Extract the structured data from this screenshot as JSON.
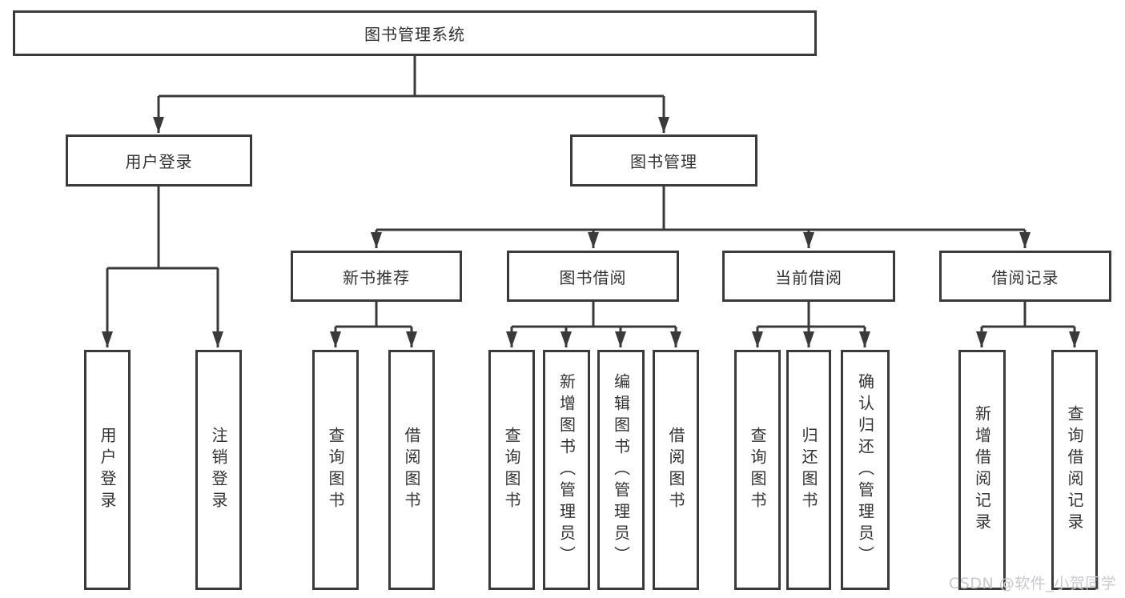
{
  "tree": {
    "label": "图书管理系统",
    "children": [
      {
        "label": "用户登录",
        "children": [
          {
            "label": "用户登录"
          },
          {
            "label": "注销登录"
          }
        ]
      },
      {
        "label": "图书管理",
        "children": [
          {
            "label": "新书推荐",
            "children": [
              {
                "label": "查询图书"
              },
              {
                "label": "借阅图书"
              }
            ]
          },
          {
            "label": "图书借阅",
            "children": [
              {
                "label": "查询图书"
              },
              {
                "label": "新增图书（管理员）"
              },
              {
                "label": "编辑图书（管理员）"
              },
              {
                "label": "借阅图书"
              }
            ]
          },
          {
            "label": "当前借阅",
            "children": [
              {
                "label": "查询图书"
              },
              {
                "label": "归还图书"
              },
              {
                "label": "确认归还（管理员）"
              }
            ]
          },
          {
            "label": "借阅记录",
            "children": [
              {
                "label": "新增借阅记录"
              },
              {
                "label": "查询借阅记录"
              }
            ]
          }
        ]
      }
    ]
  },
  "watermark": {
    "text": "CSDN @软件_小贺同学"
  },
  "colors": {
    "line": "#3a3a3a",
    "text": "#333333",
    "watermark": "#c9c9ce",
    "background": "#ffffff"
  }
}
